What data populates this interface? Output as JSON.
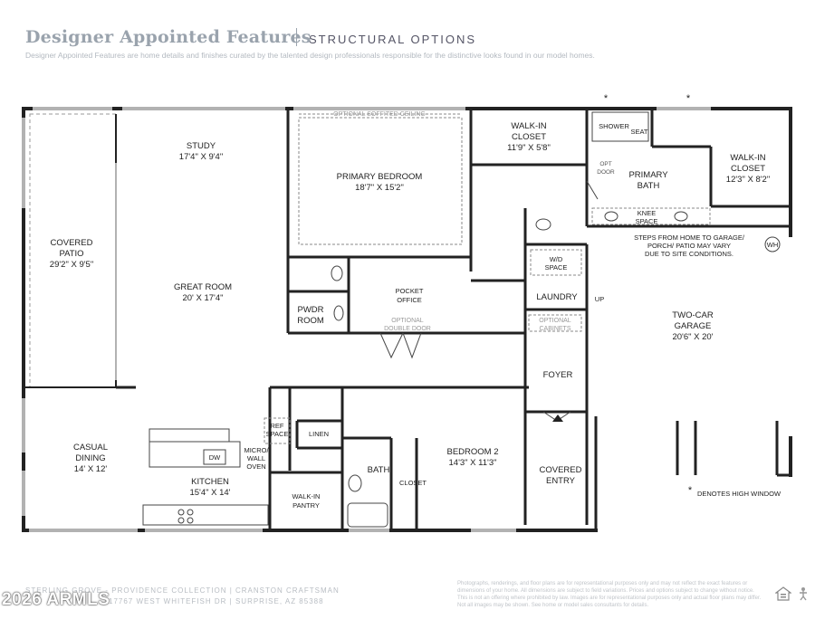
{
  "header": {
    "title": "Designer Appointed Features",
    "subtitle": "STRUCTURAL OPTIONS",
    "description": "Designer Appointed Features are home details and finishes curated by the talented design professionals responsible for the distinctive looks found in our model homes."
  },
  "rooms": {
    "covered_patio": {
      "name": "COVERED PATIO",
      "line1": "COVERED",
      "line2": "PATIO",
      "dims": "29'2\" X 9'5\""
    },
    "study": {
      "name": "STUDY",
      "dims": "17'4\" X 9'4\""
    },
    "great_room": {
      "name": "GREAT ROOM",
      "dims": "20' X 17'4\""
    },
    "casual_dining": {
      "line1": "CASUAL",
      "line2": "DINING",
      "dims": "14' X 12'"
    },
    "kitchen": {
      "name": "KITCHEN",
      "dims": "15'4\" X 14'"
    },
    "primary_bedroom": {
      "name": "PRIMARY BEDROOM",
      "dims": "18'7\" X 15'2\""
    },
    "walkin_closet_1": {
      "line1": "WALK-IN",
      "line2": "CLOSET",
      "dims": "11'9\" X 5'8\""
    },
    "primary_bath": {
      "line1": "PRIMARY",
      "line2": "BATH"
    },
    "walkin_closet_2": {
      "line1": "WALK-IN",
      "line2": "CLOSET",
      "dims": "12'3\" X 8'2\""
    },
    "pwdr_room": {
      "line1": "PWDR",
      "line2": "ROOM"
    },
    "pocket_office": {
      "line1": "POCKET",
      "line2": "OFFICE"
    },
    "laundry": {
      "name": "LAUNDRY"
    },
    "garage": {
      "line1": "TWO-CAR",
      "line2": "GARAGE",
      "dims": "20'6\" X 20'"
    },
    "foyer": {
      "name": "FOYER"
    },
    "bedroom2": {
      "name": "BEDROOM 2",
      "dims": "14'3\" X 11'3\""
    },
    "bath": {
      "name": "BATH"
    },
    "closet": {
      "name": "CLOSET"
    },
    "linen": {
      "name": "LINEN"
    },
    "walkin_pantry": {
      "line1": "WALK-IN",
      "line2": "PANTRY"
    },
    "covered_entry": {
      "line1": "COVERED",
      "line2": "ENTRY"
    }
  },
  "fixtures": {
    "shower": "SHOWER",
    "seat": "SEAT",
    "knee_space_1": "KNEE",
    "knee_space_2": "SPACE",
    "opt_door_1": "OPT",
    "opt_door_2": "DOOR",
    "wd_space_1": "W/D",
    "wd_space_2": "SPACE",
    "up": "UP",
    "wh": "WH",
    "ref_space_1": "REF",
    "ref_space_2": "SPACE",
    "dw": "DW",
    "micro_oven_1": "MICRO/",
    "micro_oven_2": "WALL",
    "micro_oven_3": "OVEN"
  },
  "options": {
    "soffit": "OPTIONAL SOFFITED CEILING",
    "double_door_1": "OPTIONAL",
    "double_door_2": "DOUBLE DOOR",
    "cabinets_1": "OPTIONAL",
    "cabinets_2": "CABINETS"
  },
  "notes": {
    "garage_steps_1": "STEPS FROM HOME TO GARAGE/",
    "garage_steps_2": "PORCH/ PATIO MAY VARY",
    "garage_steps_3": "DUE TO SITE CONDITIONS.",
    "high_window_marker": "*",
    "high_window": "DENOTES HIGH WINDOW"
  },
  "footer": {
    "line1": "STERLING GROVE - PROVIDENCE COLLECTION  |  CRANSTON CRAFTSMAN",
    "line2": "17767 WEST WHITEFISH DR  |  SURPRISE, AZ 85388",
    "watermark": "2026 ARMLS",
    "disclaimer": "Photographs, renderings, and floor plans are for representational purposes only and may not reflect the exact features or dimensions of your home. All dimensions are subject to field variations. Prices and options subject to change without notice. This is not an offering where prohibited by law. Images are for representational purposes only and actual floor plans may differ. Not all images may be shown. See home or model sales consultants for details."
  }
}
